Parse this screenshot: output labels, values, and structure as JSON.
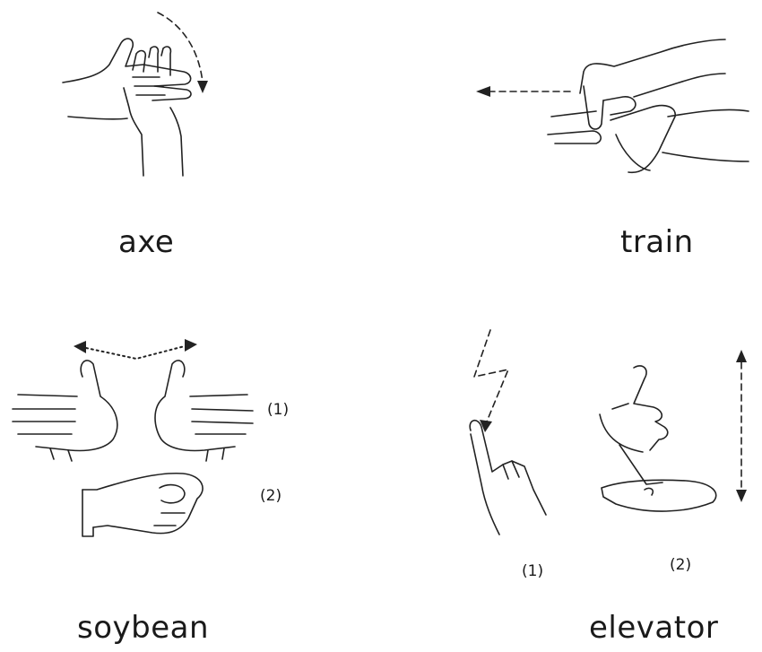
{
  "signs": [
    {
      "word": "axe",
      "steps": []
    },
    {
      "word": "train",
      "steps": []
    },
    {
      "word": "soybean",
      "steps": [
        "(1)",
        "(2)"
      ]
    },
    {
      "word": "elevator",
      "steps": [
        "(1)",
        "(2)"
      ]
    }
  ]
}
